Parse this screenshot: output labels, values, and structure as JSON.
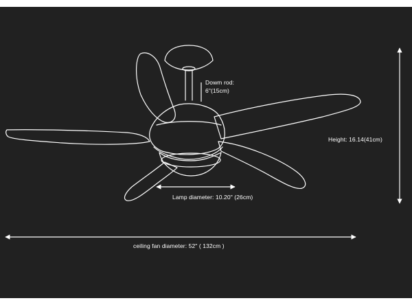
{
  "diagram": {
    "downrod_label": "Dowm rod:",
    "downrod_value": "6\"(15cm)",
    "height_label": "Height: 16.14(41cm)",
    "lamp_label": "Lamp diameter: 10.20\" (26cm)",
    "fan_diameter_label": "ceiling fan diameter: 52\" ( 132cm )"
  },
  "colors": {
    "background": "#212121",
    "line": "#ffffff"
  }
}
